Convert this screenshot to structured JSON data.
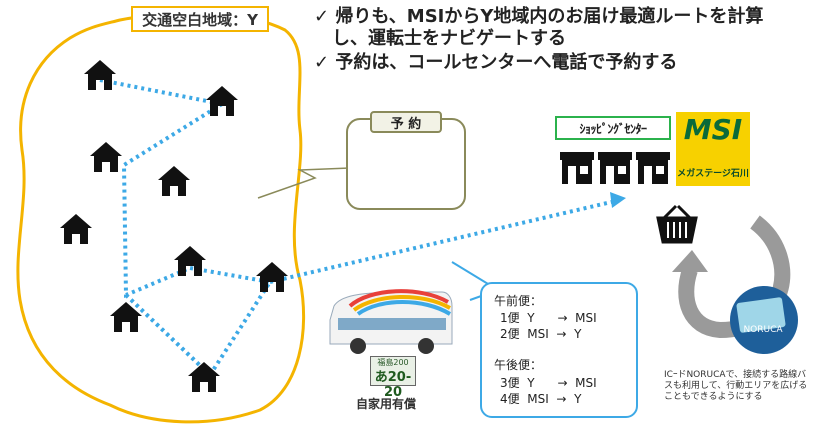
{
  "area": {
    "label": "交通空白地域：Y"
  },
  "notes": [
    "✓ 帰りも、MSIからY地域内のお届け最適ルートを計算",
    "し、運転士をナビゲートする",
    "✓ 予約は、コールセンターへ電話で予約する"
  ],
  "booking": {
    "title": "予 約"
  },
  "shop": {
    "label": "ｼｮｯﾋﾟﾝｸﾞｾﾝﾀｰ",
    "brand": "MSI",
    "brand_sub": "メガステージ石川"
  },
  "schedule": {
    "am_title": "午前便：",
    "am": [
      "1便  Y      →  MSI",
      "2便  MSI  →  Y"
    ],
    "pm_title": "午後便：",
    "pm": [
      "3便  Y      →  MSI",
      "4便  MSI  →  Y"
    ]
  },
  "bus": {
    "plate_region": "福島200",
    "plate_number": "あ20-20",
    "caption": "自家用有償"
  },
  "ic": {
    "card_text": "NORUCA",
    "caption": "ICｰドNORUCAで、接続する路線バスも利用して、行動エリアを広げることもできるようにする"
  },
  "colors": {
    "area_border": "#f4b400",
    "route": "#3da9e6",
    "shop_border": "#2bb24c",
    "brand": "#f7d100"
  }
}
